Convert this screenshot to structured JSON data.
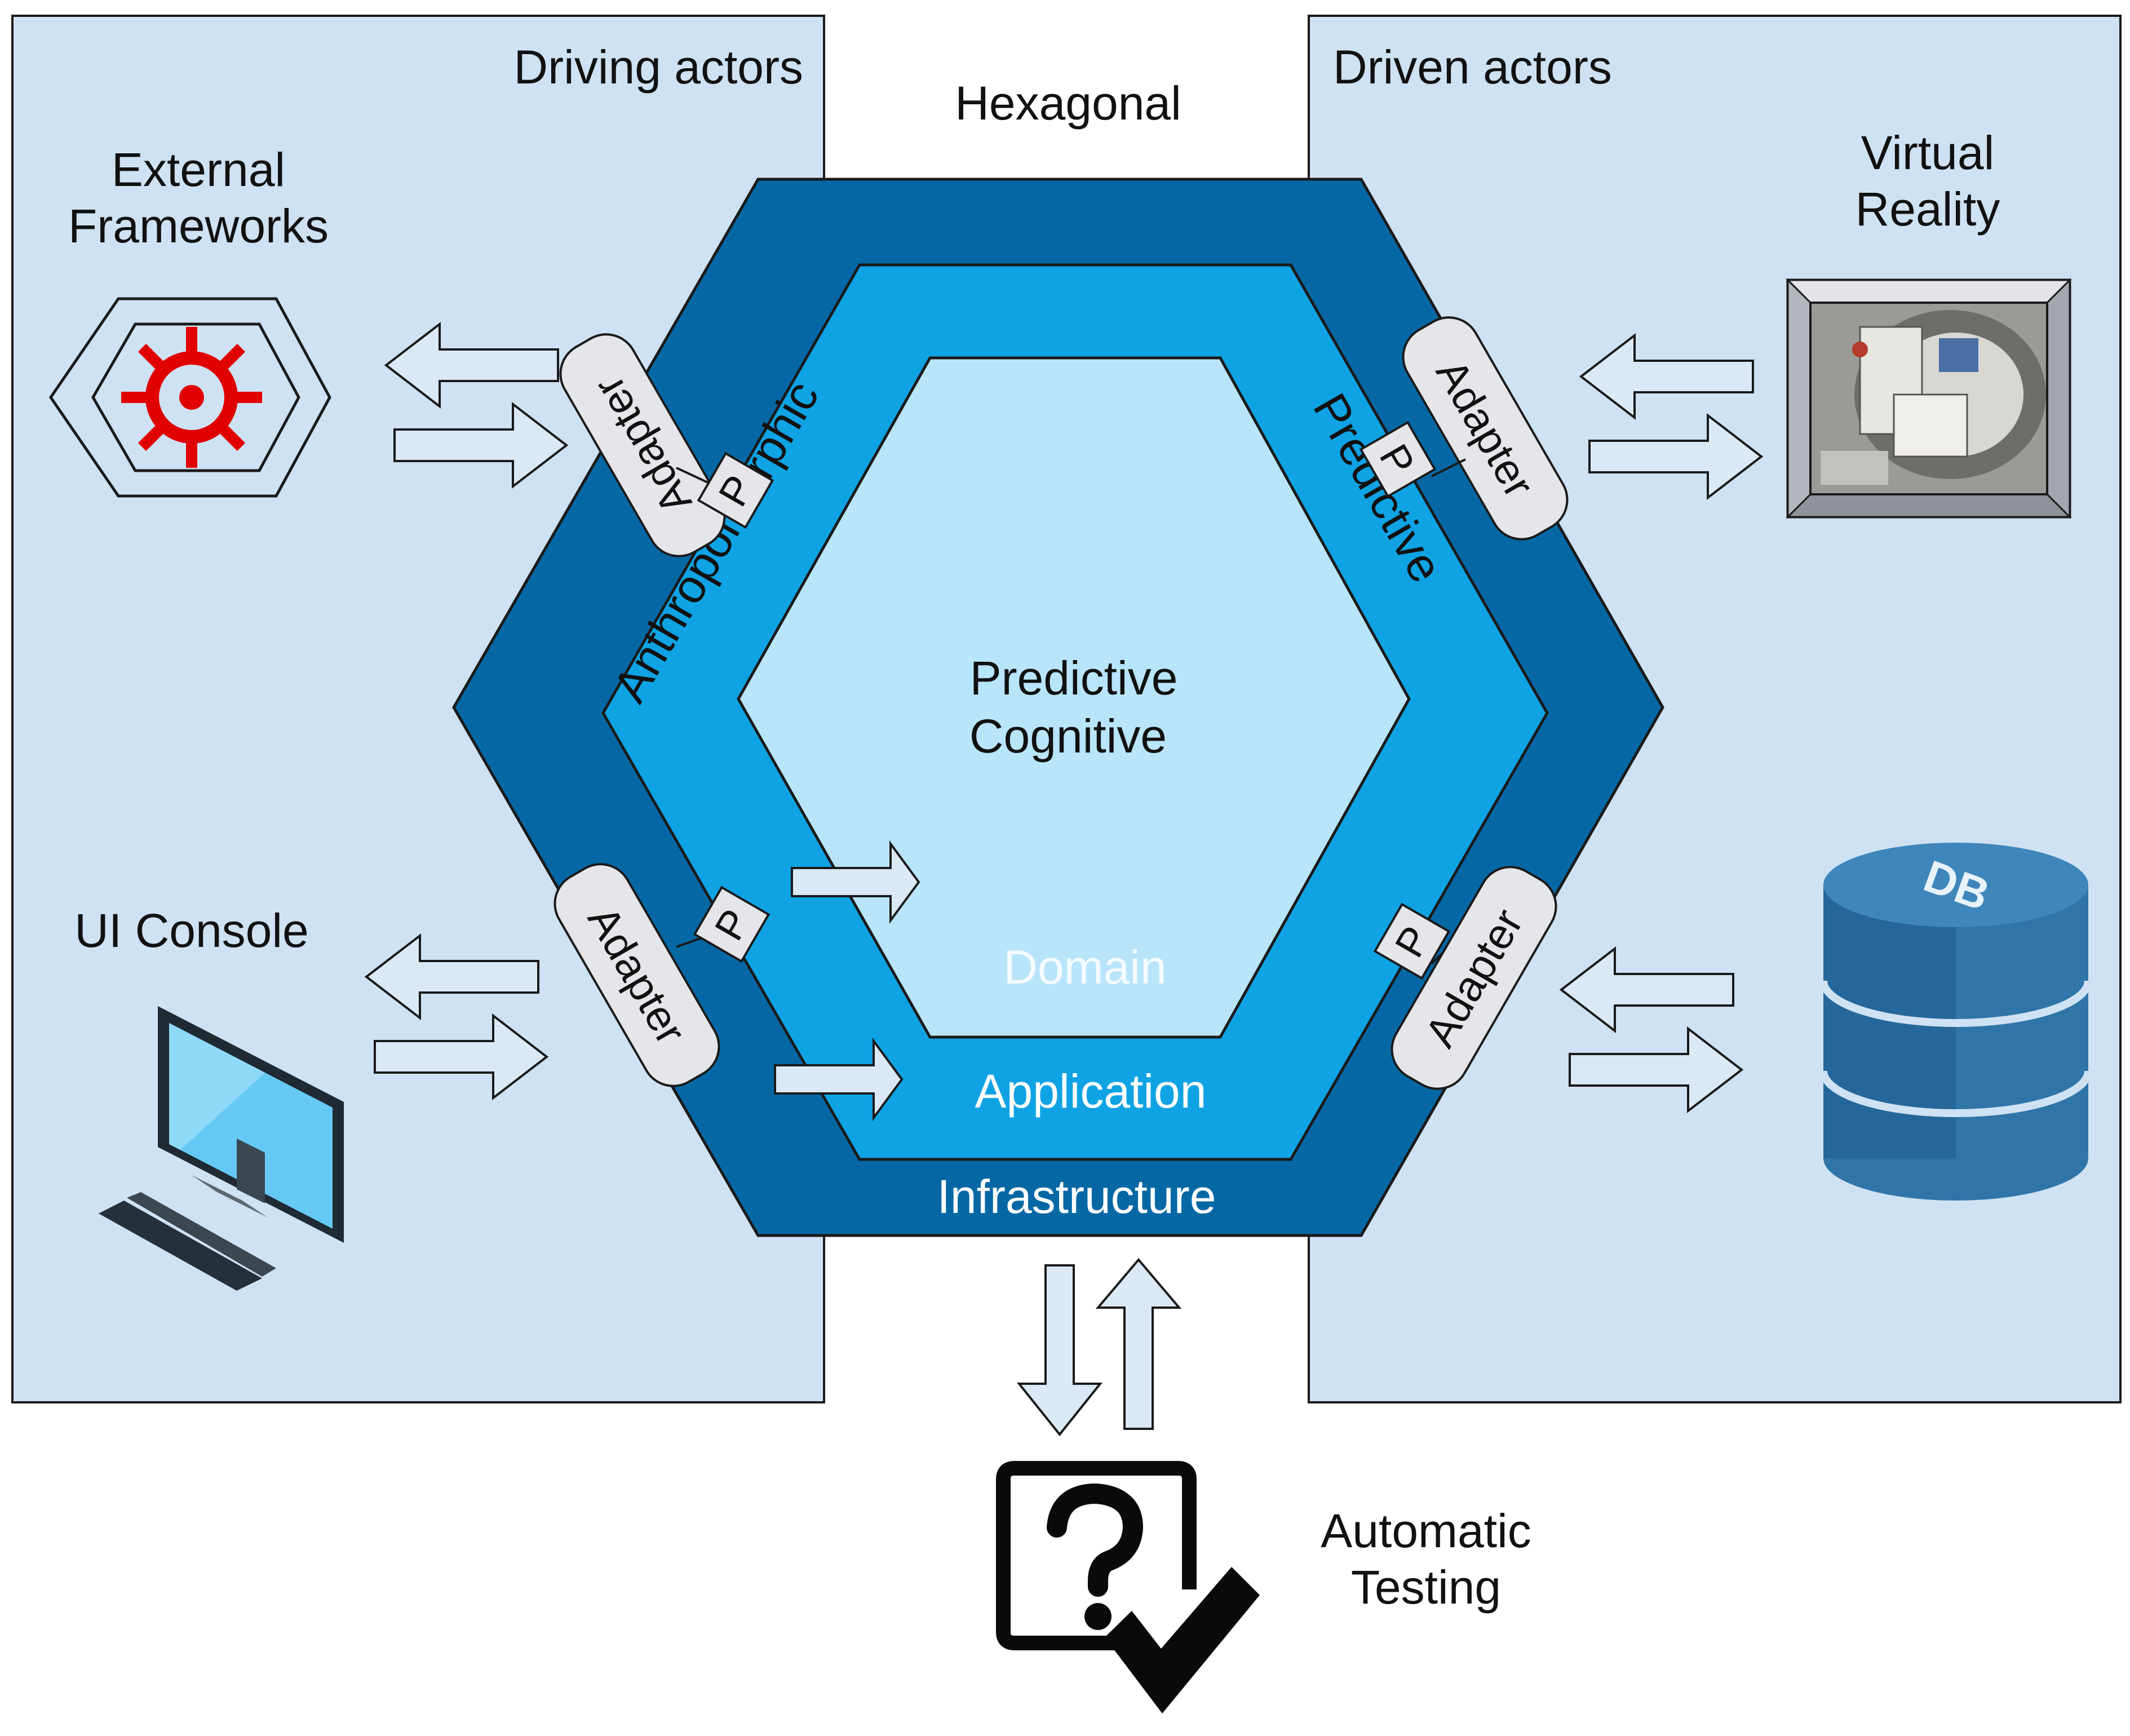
{
  "title": "Hexagonal",
  "regions": {
    "driving": "Driving actors",
    "driven": "Driven actors"
  },
  "layers": {
    "domain_title_line1": "Predictive",
    "domain_title_line2": "Cognitive",
    "domain": "Domain",
    "application": "Application",
    "infrastructure": "Infrastructure",
    "left_band": "Anthropomorphic",
    "right_band": "Predictive"
  },
  "adapters": {
    "top_left": "Adapter",
    "bottom_left": "Adapter",
    "top_right": "Adapter",
    "bottom_right": "Adapter"
  },
  "ports": {
    "top_left": "P",
    "bottom_left": "P",
    "top_right": "P",
    "bottom_right": "P"
  },
  "actors": {
    "external_frameworks_line1": "External",
    "external_frameworks_line2": "Frameworks",
    "ui_console": "UI Console",
    "virtual_reality_line1": "Virtual",
    "virtual_reality_line2": "Reality",
    "db_label": "DB",
    "automatic_testing_line1": "Automatic",
    "automatic_testing_line2": "Testing"
  },
  "icons": {
    "frameworks": "gear-hexagon-icon",
    "console": "monitor-icon",
    "vr": "vr-scene-icon",
    "db": "database-icon",
    "testing": "question-check-icon"
  },
  "colors": {
    "panel_fill": "#cfe2f3",
    "infrastructure": "#0568a5",
    "application": "#0fa3e4",
    "domain": "#b9e5fa",
    "arrow_fill": "#dbe9f6",
    "gear_red": "#e00000",
    "db_blue": "#2f75a8"
  }
}
